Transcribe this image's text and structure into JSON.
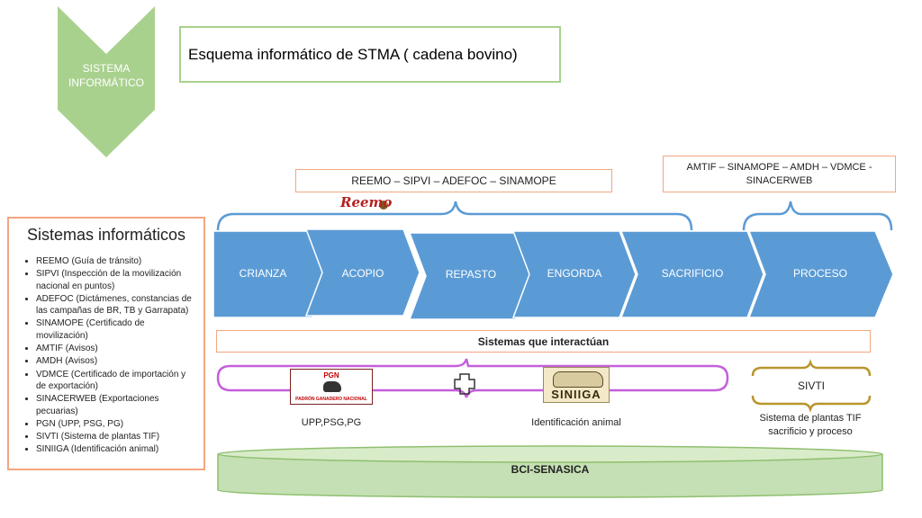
{
  "header": {
    "section_label": "SISTEMA INFORMÁTICO",
    "title": "Esquema  informático  de STMA ( cadena bovino)"
  },
  "groups": {
    "left_systems": "REEMO – SIPVI – ADEFOC – SINAMOPE",
    "right_systems": "AMTIF – SINAMOPE – AMDH – VDMCE - SINACERWEB",
    "reemo_logo_text": "Reemo"
  },
  "sidebar": {
    "title": "Sistemas informáticos",
    "items": [
      "REEMO (Guía de tránsito)",
      "SIPVI (Inspección de la movilización nacional en puntos)",
      "ADEFOC (Dictámenes, constancias de las campañas de BR, TB y Garrapata)",
      "SINAMOPE (Certificado de movilización)",
      "AMTIF (Avisos)",
      "AMDH (Avisos)",
      "VDMCE (Certificado de importación y de exportación)",
      "SINACERWEB (Exportaciones pecuarias)",
      "PGN (UPP, PSG, PG)",
      "SIVTI (Sistema de plantas TIF)",
      "SINIIGA (Identificación animal)"
    ]
  },
  "stages": [
    "CRIANZA",
    "ACOPIO",
    "REPASTO",
    "ENGORDA",
    "SACRIFICIO",
    "PROCESO"
  ],
  "interact": {
    "title": "Sistemas que interactúan",
    "pgn_logo_top": "PGN",
    "pgn_logo_bottom": "PADRÓN GANADERO NACIONAL",
    "siniiga_logo": "SINIIGA",
    "pgn_caption": "UPP,PSG,PG",
    "siniiga_caption": "Identificación animal",
    "sivti_label": "SIVTI",
    "sivti_caption": "Sistema de plantas TIF sacrificio y proceso"
  },
  "footer": {
    "label": "BCI-SENASICA"
  },
  "colors": {
    "chevron_green": "#a9d18e",
    "stage_blue": "#5b9bd5",
    "brace_blue": "#5b9bd5",
    "purple": "#c55fdb",
    "gold": "#b8962e",
    "cylinder_green": "#c5e0b4",
    "orange_border": "#f4a582"
  }
}
